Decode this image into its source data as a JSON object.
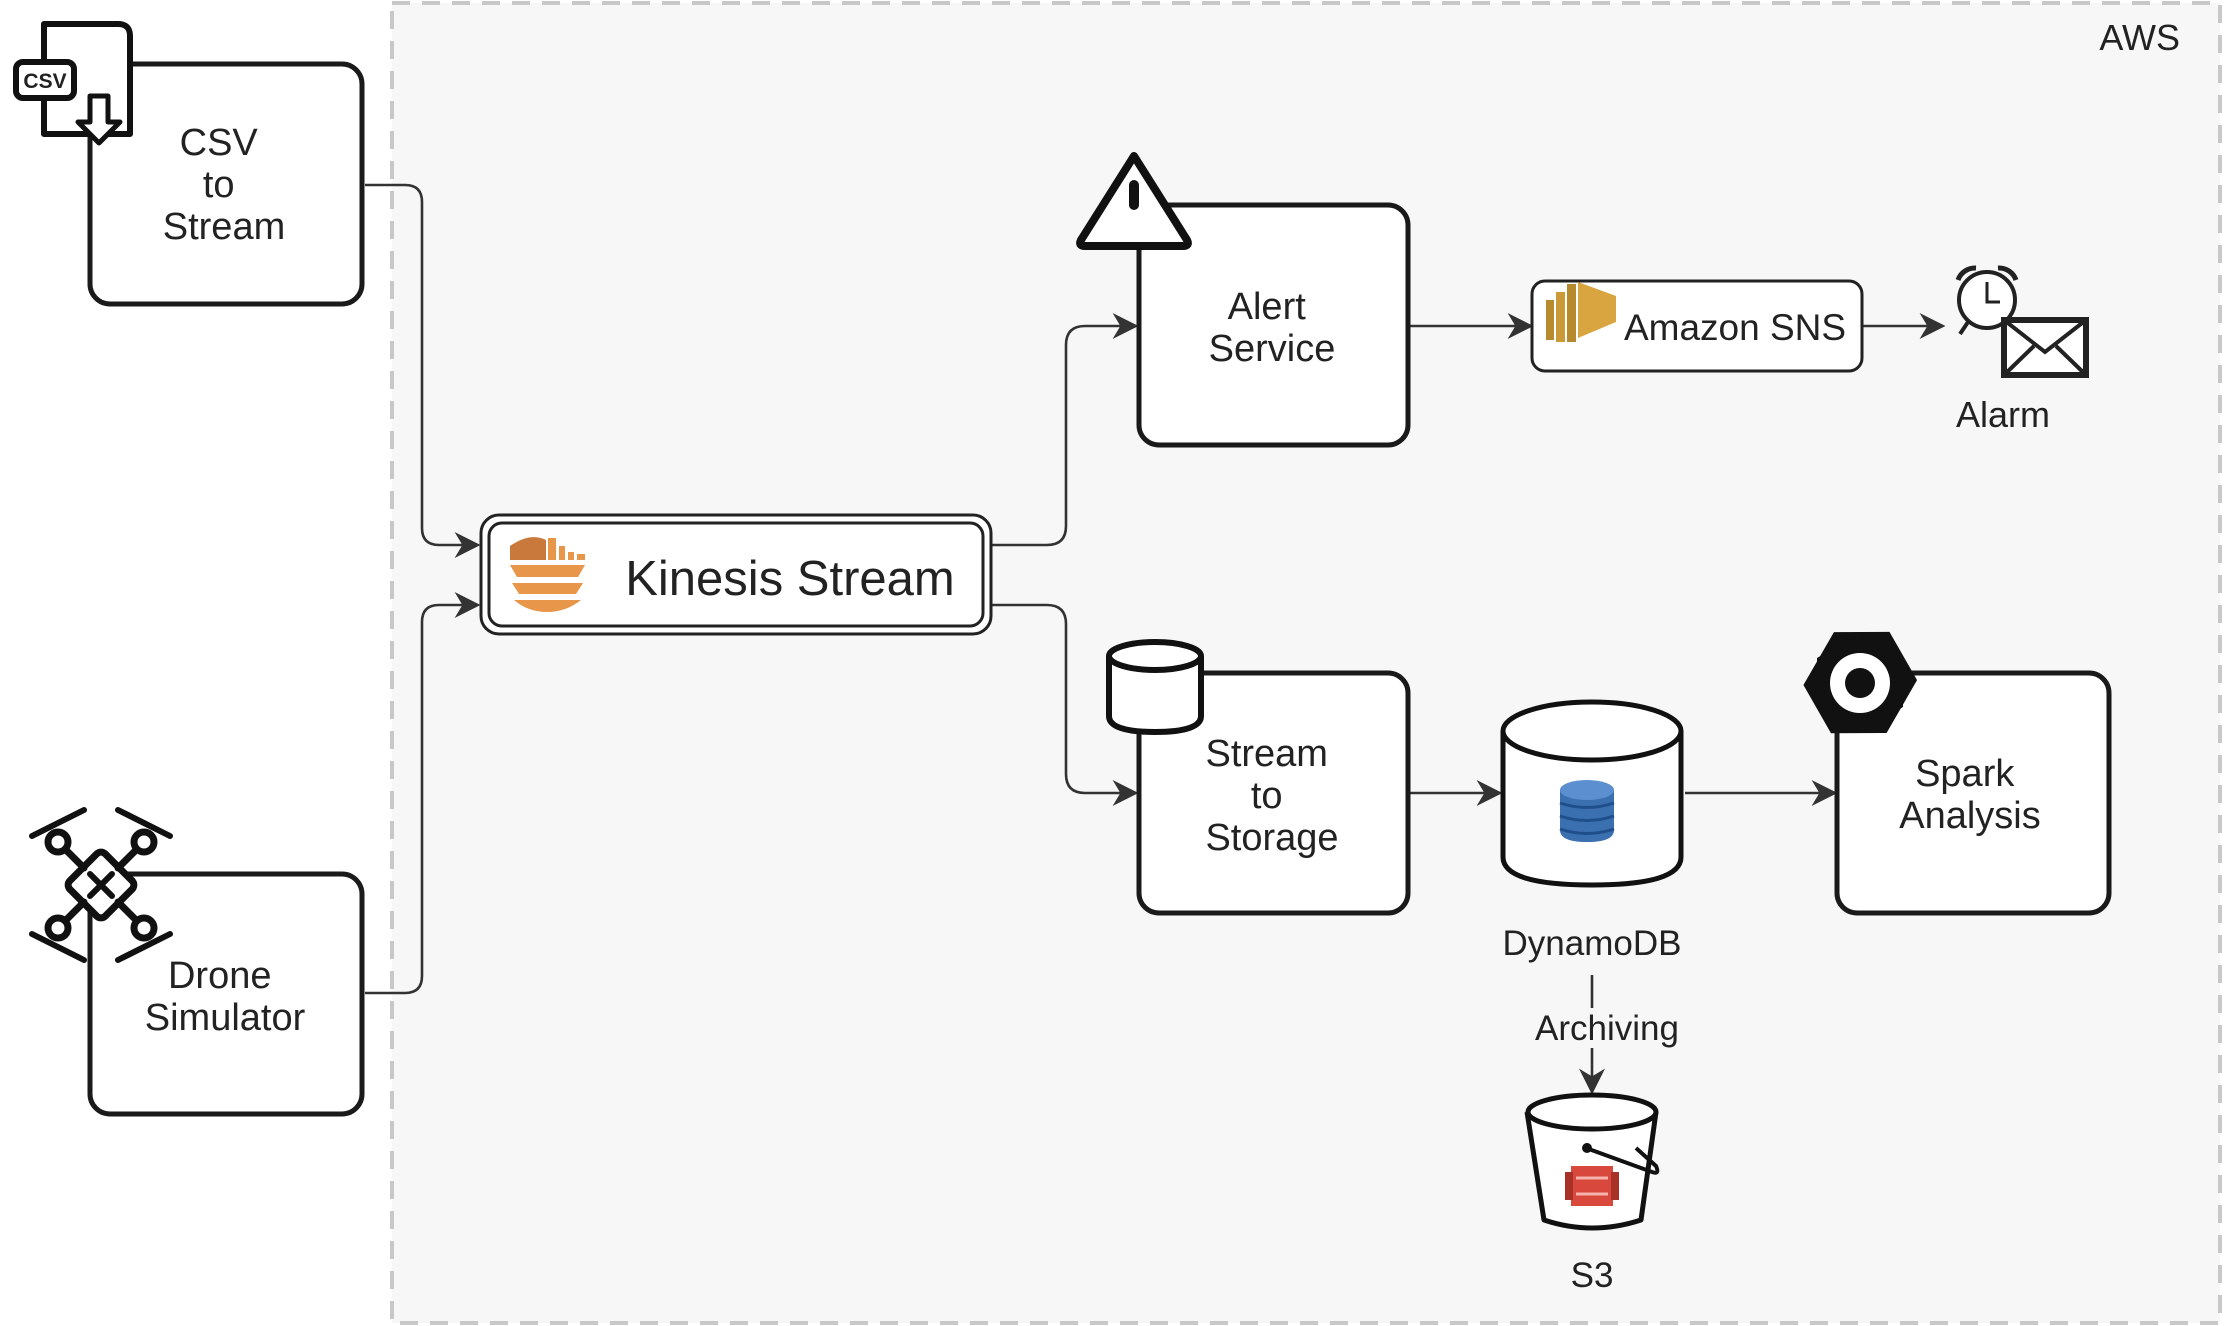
{
  "boundary": {
    "label": "AWS"
  },
  "nodes": {
    "csv_to_stream": {
      "lines": [
        "CSV",
        "to",
        "Stream"
      ],
      "icon": "csv-file-download-icon",
      "badge": "CSV"
    },
    "drone_simulator": {
      "lines": [
        "Drone",
        "Simulator"
      ],
      "icon": "drone-icon"
    },
    "kinesis_stream": {
      "label": "Kinesis Stream",
      "icon": "aws-kinesis-icon"
    },
    "alert_service": {
      "lines": [
        "Alert",
        "Service"
      ],
      "icon": "warning-triangle-icon"
    },
    "amazon_sns": {
      "label": "Amazon SNS",
      "icon": "aws-sns-icon"
    },
    "alarm": {
      "label": "Alarm",
      "icon": "alarm-clock-email-icon"
    },
    "stream_to_storage": {
      "lines": [
        "Stream",
        "to",
        "Storage"
      ],
      "icon": "database-cylinder-icon"
    },
    "dynamodb": {
      "label": "DynamoDB",
      "icon": "aws-dynamodb-icon"
    },
    "spark_analysis": {
      "lines": [
        "Spark",
        "Analysis"
      ],
      "icon": "gear-icon"
    },
    "s3": {
      "label": "S3",
      "icon": "aws-s3-bucket-icon"
    }
  },
  "edges": [
    {
      "from": "csv_to_stream",
      "to": "kinesis_stream"
    },
    {
      "from": "drone_simulator",
      "to": "kinesis_stream"
    },
    {
      "from": "kinesis_stream",
      "to": "alert_service"
    },
    {
      "from": "kinesis_stream",
      "to": "stream_to_storage"
    },
    {
      "from": "alert_service",
      "to": "amazon_sns"
    },
    {
      "from": "amazon_sns",
      "to": "alarm"
    },
    {
      "from": "stream_to_storage",
      "to": "dynamodb"
    },
    {
      "from": "dynamodb",
      "to": "spark_analysis"
    },
    {
      "from": "dynamodb",
      "to": "s3",
      "label": "Archiving"
    }
  ],
  "colors": {
    "boundary_fill": "#f7f7f7",
    "boundary_stroke": "#c8c8c8",
    "kinesis": "#e8964a",
    "sns": "#d9a540",
    "dynamodb": "#3a6fb0",
    "s3": "#d9483d"
  }
}
